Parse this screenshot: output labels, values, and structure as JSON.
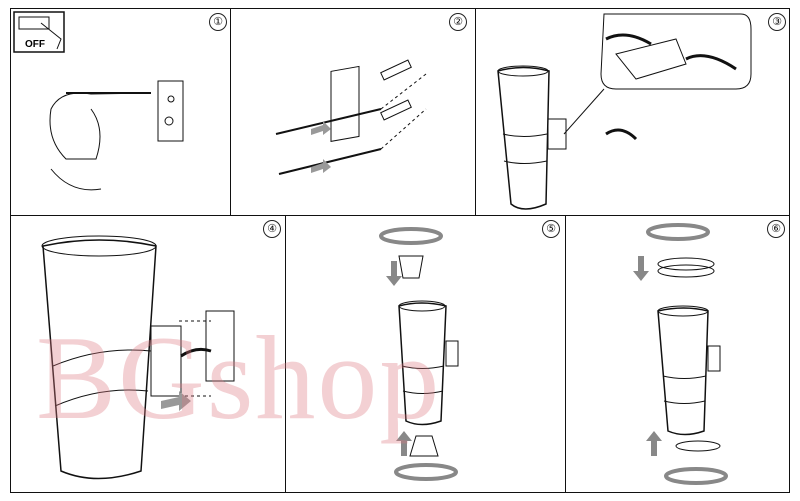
{
  "steps": [
    {
      "number": "1",
      "label": "①"
    },
    {
      "number": "2",
      "label": "②"
    },
    {
      "number": "3",
      "label": "③"
    },
    {
      "number": "4",
      "label": "④"
    },
    {
      "number": "5",
      "label": "⑤"
    },
    {
      "number": "6",
      "label": "⑥"
    }
  ],
  "switch_label": "OFF",
  "watermark": "BGshop",
  "colors": {
    "line": "#111111",
    "arrow": "#9a9a9a",
    "watermark": "#dc7882"
  }
}
